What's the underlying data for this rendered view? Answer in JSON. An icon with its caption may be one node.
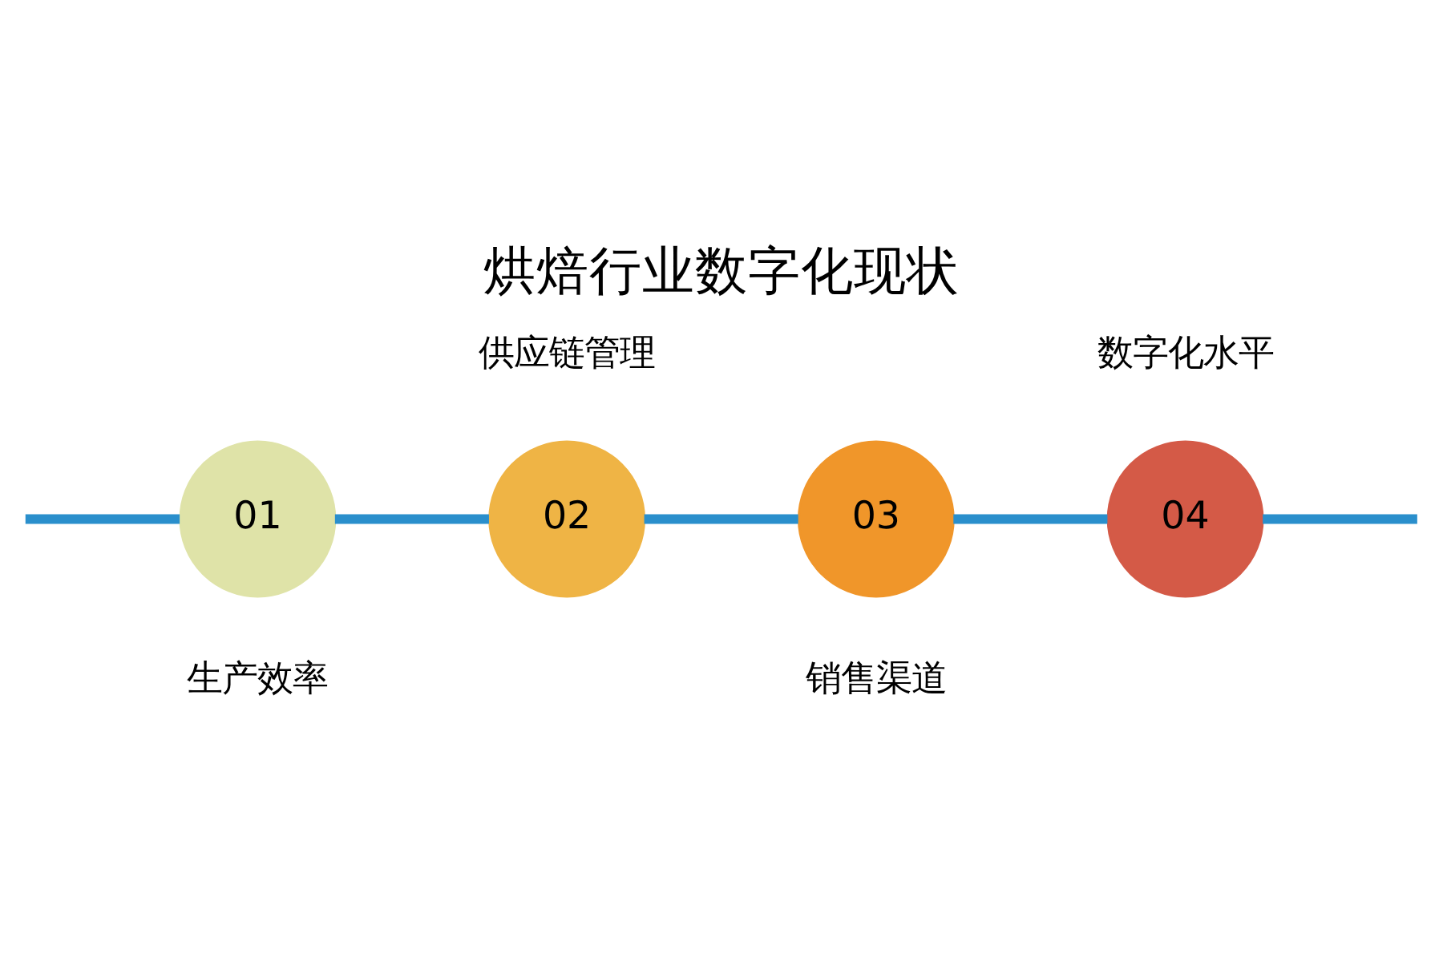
{
  "diagram": {
    "title": "烘焙行业数字化现状",
    "nodes": [
      {
        "text": [
          "01"
        ],
        "beside": [
          "生产效率"
        ]
      },
      {
        "text": [
          "02"
        ],
        "beside": [
          "供应链管理"
        ]
      },
      {
        "text": [
          "03"
        ],
        "beside": [
          "销售渠道"
        ]
      },
      {
        "text": [
          "04"
        ],
        "beside": [
          "数字化水平"
        ]
      }
    ],
    "edges": [
      {
        "from": null,
        "to": 0,
        "arrow": "none"
      },
      {
        "from": 0,
        "to": 1,
        "arrow": "none"
      },
      {
        "from": 1,
        "to": 2,
        "arrow": "none"
      },
      {
        "from": 2,
        "to": 3,
        "arrow": "none"
      },
      {
        "from": 3,
        "to": null,
        "arrow": "none"
      }
    ]
  }
}
